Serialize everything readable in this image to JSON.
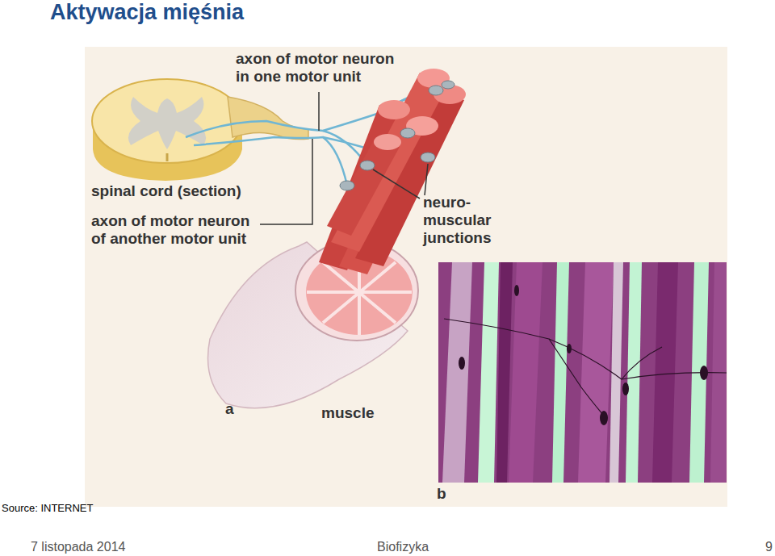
{
  "diagram": {
    "title": "Aktywacja mięśnia",
    "labels": [
      "axon of motor neuron in one motor unit",
      "spinal cord (section)",
      "axon of motor neuron of another motor unit",
      "neuro- muscular junctions",
      "a",
      "muscle",
      "b",
      "Source: INTERNET",
      "7 listopada 2014",
      "Biofizyka",
      "9"
    ]
  }
}
